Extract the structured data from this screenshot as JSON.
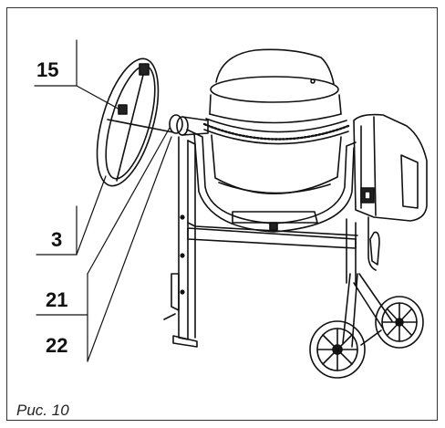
{
  "callouts": {
    "c15": "15",
    "c3": "3",
    "c21": "21",
    "c22": "22"
  },
  "caption": "Рис. 10"
}
